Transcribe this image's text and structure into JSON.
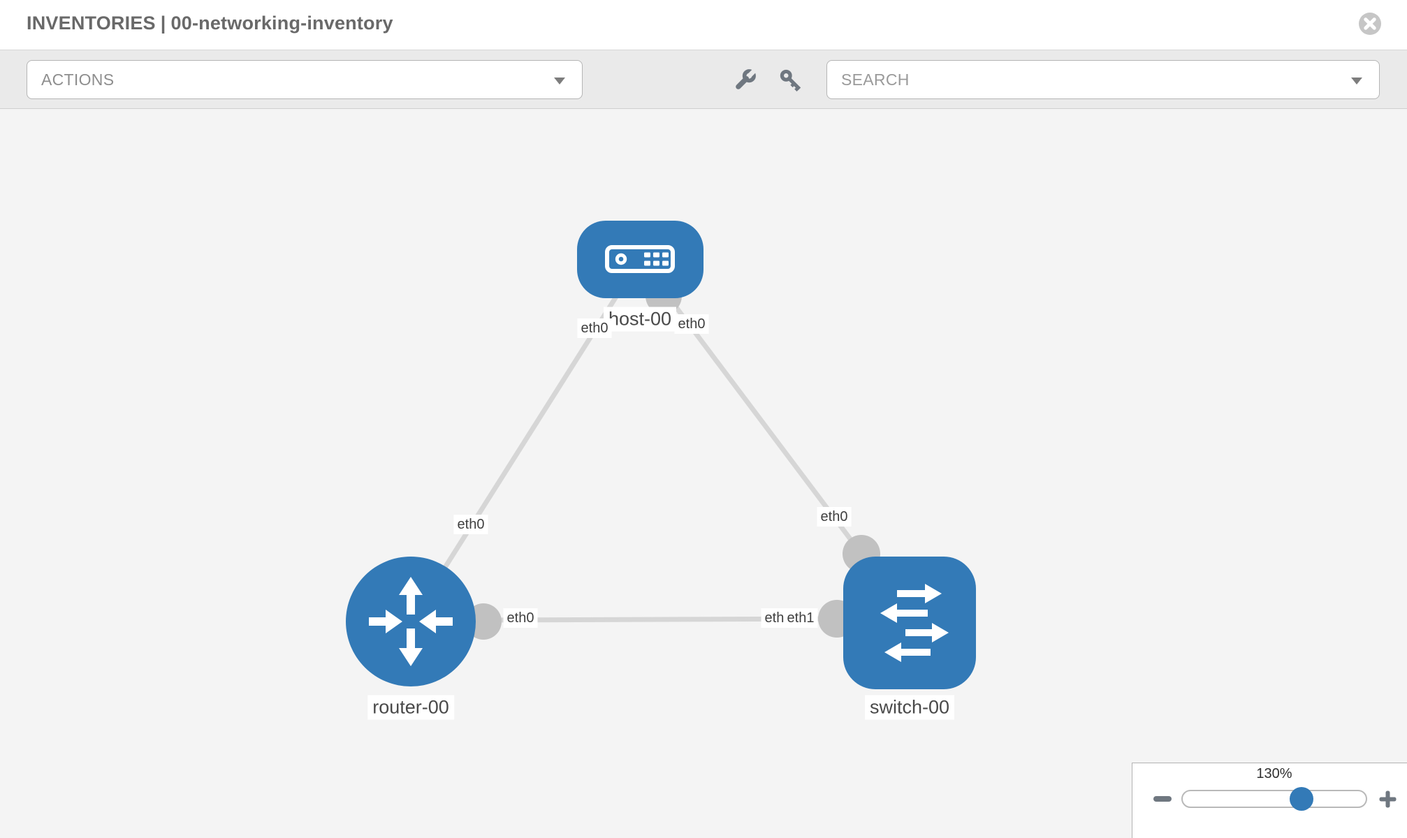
{
  "header": {
    "section": "INVENTORIES",
    "separator": "|",
    "inventory_name": "00-networking-inventory",
    "close_icon": "x-circle-icon"
  },
  "toolbar": {
    "actions_label": "ACTIONS",
    "search_placeholder": "SEARCH",
    "icons": [
      "wrench-icon",
      "key-icon",
      "chevron-down-icon"
    ]
  },
  "graph": {
    "nodes": [
      {
        "id": "host-00",
        "type": "host",
        "label": "host-00",
        "icon": "server-icon"
      },
      {
        "id": "router-00",
        "type": "router",
        "label": "router-00",
        "icon": "router-arrows-icon"
      },
      {
        "id": "switch-00",
        "type": "switch",
        "label": "switch-00",
        "icon": "switch-arrows-icon"
      }
    ],
    "edges": [
      {
        "from": "host-00",
        "to": "router-00",
        "from_label": "eth0",
        "to_label": "eth0"
      },
      {
        "from": "host-00",
        "to": "switch-00",
        "from_label": "eth0",
        "to_label": "eth0"
      },
      {
        "from": "router-00",
        "to": "switch-00",
        "from_label": "eth0",
        "to_label_under": "eth0",
        "to_label_over": "eth1"
      }
    ]
  },
  "zoom_control": {
    "level": "130%",
    "minus_icon": "minus-icon",
    "plus_icon": "plus-icon"
  },
  "colors": {
    "node_blue": "#337ab7",
    "link_gray": "#d6d6d6",
    "connector_gray": "#c1c1c1",
    "icon_gray": "#6f7780",
    "toolbar_bg": "#eaeaea",
    "canvas_bg": "#f4f4f4",
    "title_gray": "#696969"
  }
}
